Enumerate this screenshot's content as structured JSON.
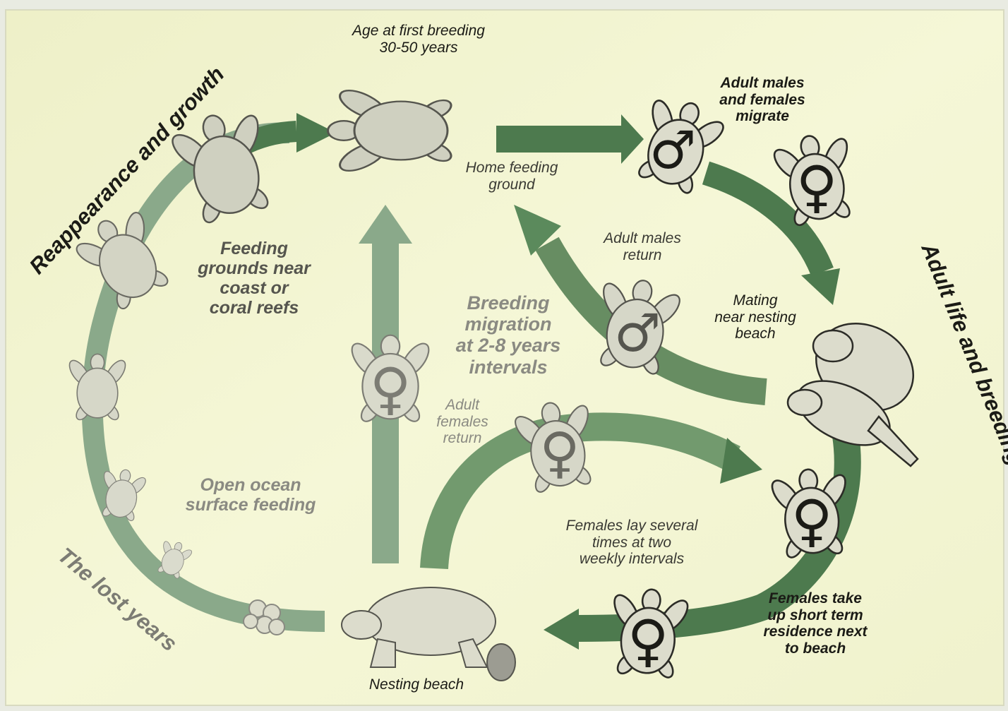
{
  "labels": {
    "age_first_breeding": [
      "Age at first breeding",
      "30-50 years"
    ],
    "reappearance": "Reappearance and growth",
    "adult_life": "Adult life and breeding",
    "lost_years": "The lost years",
    "adults_migrate": [
      "Adult males",
      "and females",
      "migrate"
    ],
    "home_feeding": [
      "Home feeding",
      "ground"
    ],
    "males_return": [
      "Adult males",
      "return"
    ],
    "mating": [
      "Mating",
      "near nesting",
      "beach"
    ],
    "feeding_grounds": [
      "Feeding",
      "grounds near",
      "coast or",
      "coral reefs"
    ],
    "breeding_migration": [
      "Breeding",
      "migration",
      "at 2-8 years",
      "intervals"
    ],
    "females_return": [
      "Adult",
      "females",
      "return"
    ],
    "open_ocean": [
      "Open ocean",
      "surface feeding"
    ],
    "females_lay": [
      "Females lay several",
      "times at two",
      "weekly intervals"
    ],
    "females_take": [
      "Females take",
      "up short term",
      "residence next",
      "to beach"
    ],
    "nesting_beach": "Nesting beach"
  },
  "symbols": {
    "male": "♂",
    "female": "♀"
  },
  "colors": {
    "background": "#f4f6d2",
    "arrow": "#4d7a4e",
    "arrow_faded": "#8aa98a",
    "turtle_fill": "#dcdccc",
    "ink": "#1b1b16",
    "faded_text": "#7c7c74"
  },
  "icons": [
    "male-symbol-icon",
    "female-symbol-icon",
    "turtle-icon",
    "egg-clutch-icon"
  ]
}
